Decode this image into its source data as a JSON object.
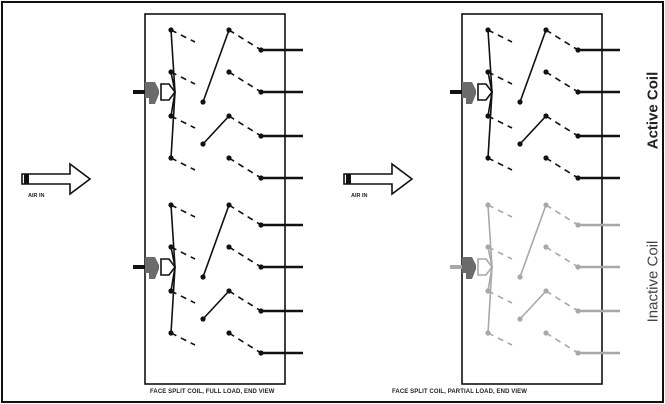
{
  "colors": {
    "border": "#111111",
    "active_line": "#111111",
    "inactive_line": "#a8a8a8",
    "nozzle": "#6b6b6b"
  },
  "panels": [
    {
      "caption": "FACE SPLIT COIL, FULL LOAD, END VIEW",
      "air_label": "AIR IN",
      "upper_state": "active",
      "lower_state": "active"
    },
    {
      "caption": "FACE SPLIT COIL, PARTIAL LOAD, END VIEW",
      "air_label": "AIR IN",
      "upper_state": "active",
      "lower_state": "inactive"
    }
  ],
  "side_labels": {
    "active": "Active Coil",
    "inactive": "Inactive Coil"
  }
}
